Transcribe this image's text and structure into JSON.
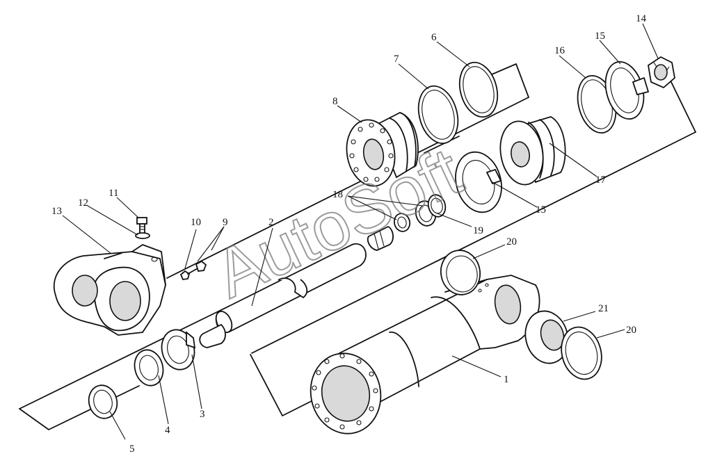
{
  "watermark": "AutoSoft",
  "callouts": {
    "c1": "1",
    "c2": "2",
    "c3": "3",
    "c4": "4",
    "c5": "5",
    "c6": "6",
    "c7": "7",
    "c8": "8",
    "c9": "9",
    "c10": "10",
    "c11": "11",
    "c12": "12",
    "c13": "13",
    "c14": "14",
    "c15a": "15",
    "c15b": "15",
    "c16": "16",
    "c17": "17",
    "c18": "18",
    "c19": "19",
    "c20a": "20",
    "c20b": "20",
    "c21": "21"
  }
}
